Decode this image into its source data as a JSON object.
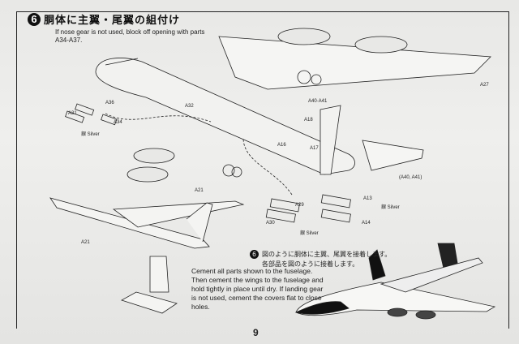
{
  "step": {
    "number": "6",
    "title_jp": "胴体に主翼・尾翼の組付け",
    "note": "If nose gear is not used, block off opening with parts A34-A37."
  },
  "parts": {
    "a31": "A31",
    "a36": "A36",
    "a34": "A34",
    "a32": "A32",
    "silver1": "銀 Silver",
    "a27_top": "A27",
    "a18": "A18",
    "a16": "A16",
    "a17": "A17",
    "a40a41_top": "A40·A41",
    "a21a": "A21",
    "a21b": "A21",
    "a29": "A29",
    "a30": "A30",
    "silver2": "銀 Silver",
    "a13": "A13",
    "a14": "A14",
    "silver3": "銀 Silver",
    "a40a41": "(A40, A41)"
  },
  "sub": {
    "number": "6",
    "jp_line1": "図のように胴体に主翼、尾翼を接着します。",
    "jp_line2": "各部品を図のように接着します。"
  },
  "instructions": "Cement all parts shown to the fuselage. Then cement the wings to the fuselage and hold tightly in place until dry. If landing gear is not used, cement the covers flat to close holes.",
  "page_number": "9"
}
